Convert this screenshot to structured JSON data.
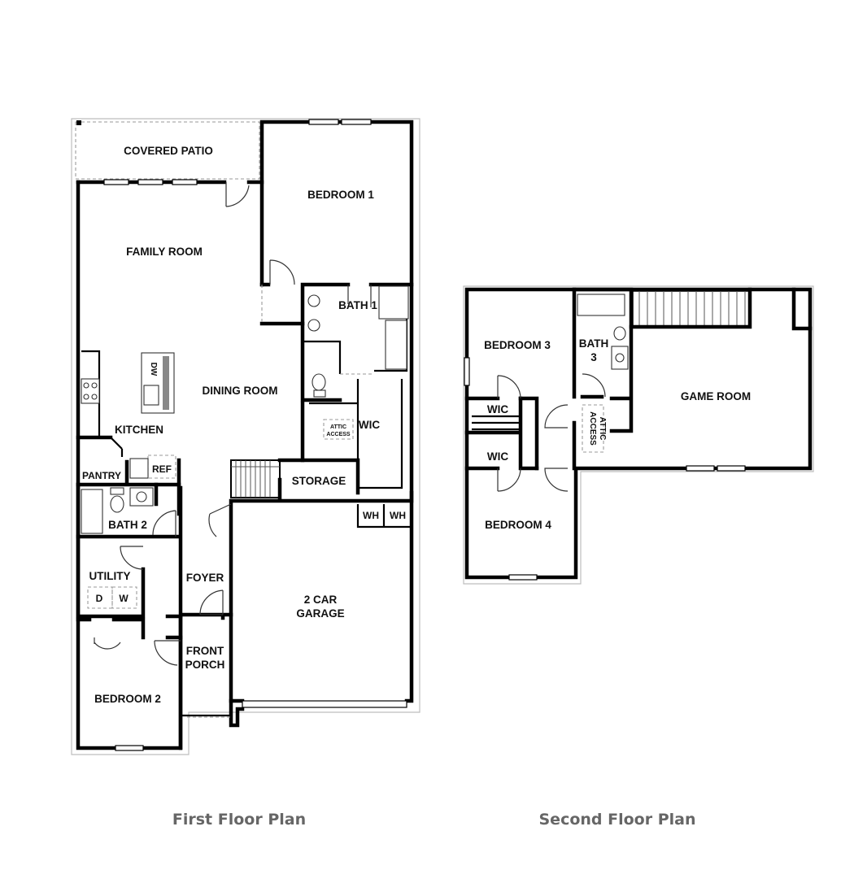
{
  "first_floor": {
    "caption": "First Floor Plan",
    "rooms": {
      "covered_patio": "COVERED PATIO",
      "bedroom_1": "BEDROOM 1",
      "family_room": "FAMILY ROOM",
      "bath_1": "BATH 1",
      "dining_room": "DINING ROOM",
      "wic": "WIC",
      "attic_line1": "ATTIC",
      "attic_line2": "ACCESS",
      "kitchen": "KITCHEN",
      "dw": "DW",
      "pantry": "PANTRY",
      "ref": "REF",
      "storage": "STORAGE",
      "wh_1": "WH",
      "wh_2": "WH",
      "bath_2": "BATH 2",
      "utility": "UTILITY",
      "dryer": "D",
      "washer": "W",
      "foyer": "FOYER",
      "garage_line1": "2 CAR",
      "garage_line2": "GARAGE",
      "front_porch_line1": "FRONT",
      "front_porch_line2": "PORCH",
      "bedroom_2": "BEDROOM 2"
    }
  },
  "second_floor": {
    "caption": "Second Floor Plan",
    "rooms": {
      "bedroom_3": "BEDROOM 3",
      "bath_3_line1": "BATH",
      "bath_3_line2": "3",
      "game_room": "GAME ROOM",
      "wic_1": "WIC",
      "wic_2": "WIC",
      "attic_access_line1": "ATTIC",
      "attic_access_line2": "ACCESS",
      "bedroom_4": "BEDROOM 4"
    }
  }
}
